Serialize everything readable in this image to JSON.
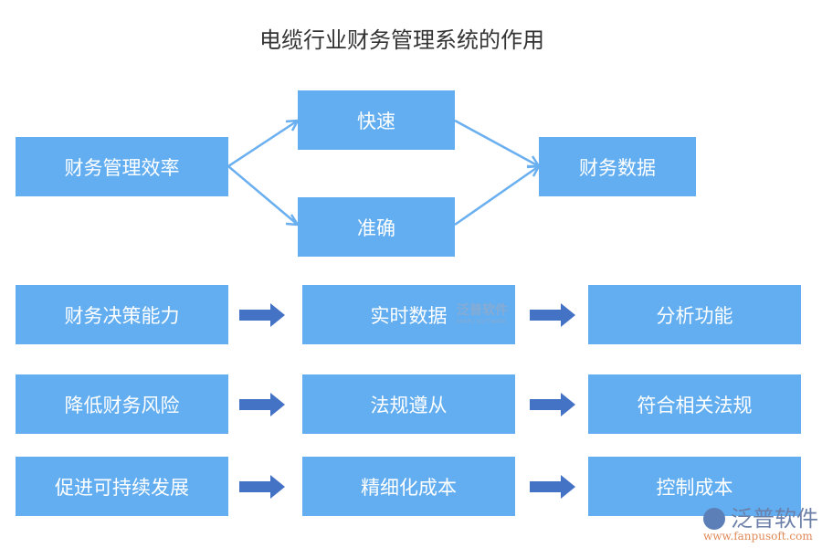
{
  "title": "电缆行业财务管理系统的作用",
  "flow": {
    "source": "财务管理效率",
    "upper": "快速",
    "lower": "准确",
    "target": "财务数据"
  },
  "rows": [
    [
      "财务决策能力",
      "实时数据",
      "分析功能"
    ],
    [
      "降低财务风险",
      "法规遵从",
      "符合相关法规"
    ],
    [
      "促进可持续发展",
      "精细化成本",
      "控制成本"
    ]
  ],
  "watermark": {
    "cn": "泛普软件",
    "en": "FANPU SOFTWARE"
  },
  "logo": {
    "cn": "泛普软件",
    "url": "www.fanpusoft.com"
  },
  "colors": {
    "box": "#63aef0",
    "arrow": "#4472c4",
    "line": "#6aaff0"
  }
}
